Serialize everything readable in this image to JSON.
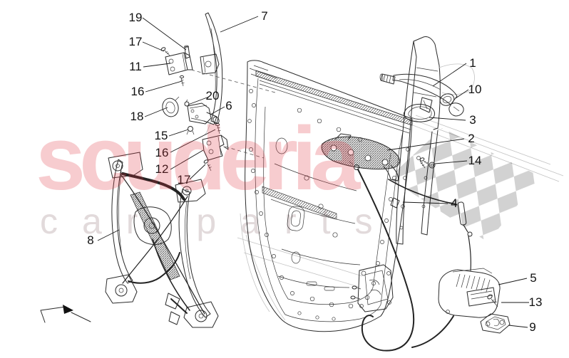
{
  "diagram_title": "door mechanisms exploded parts diagram",
  "watermark": {
    "brand_top": "scuderia",
    "brand_bottom": "car parts",
    "accent_color": "#e0343f",
    "flag_color": "#d2d2d2"
  },
  "drawing": {
    "line_color": "#2b2b2b",
    "background": "#ffffff"
  },
  "callouts": [
    {
      "num": "19"
    },
    {
      "num": "7"
    },
    {
      "num": "17"
    },
    {
      "num": "11"
    },
    {
      "num": "16"
    },
    {
      "num": "18"
    },
    {
      "num": "20"
    },
    {
      "num": "6"
    },
    {
      "num": "15"
    },
    {
      "num": "16"
    },
    {
      "num": "12"
    },
    {
      "num": "17"
    },
    {
      "num": "8"
    },
    {
      "num": "1"
    },
    {
      "num": "10"
    },
    {
      "num": "3"
    },
    {
      "num": "2"
    },
    {
      "num": "14"
    },
    {
      "num": "4"
    },
    {
      "num": "5"
    },
    {
      "num": "13"
    },
    {
      "num": "9"
    }
  ]
}
